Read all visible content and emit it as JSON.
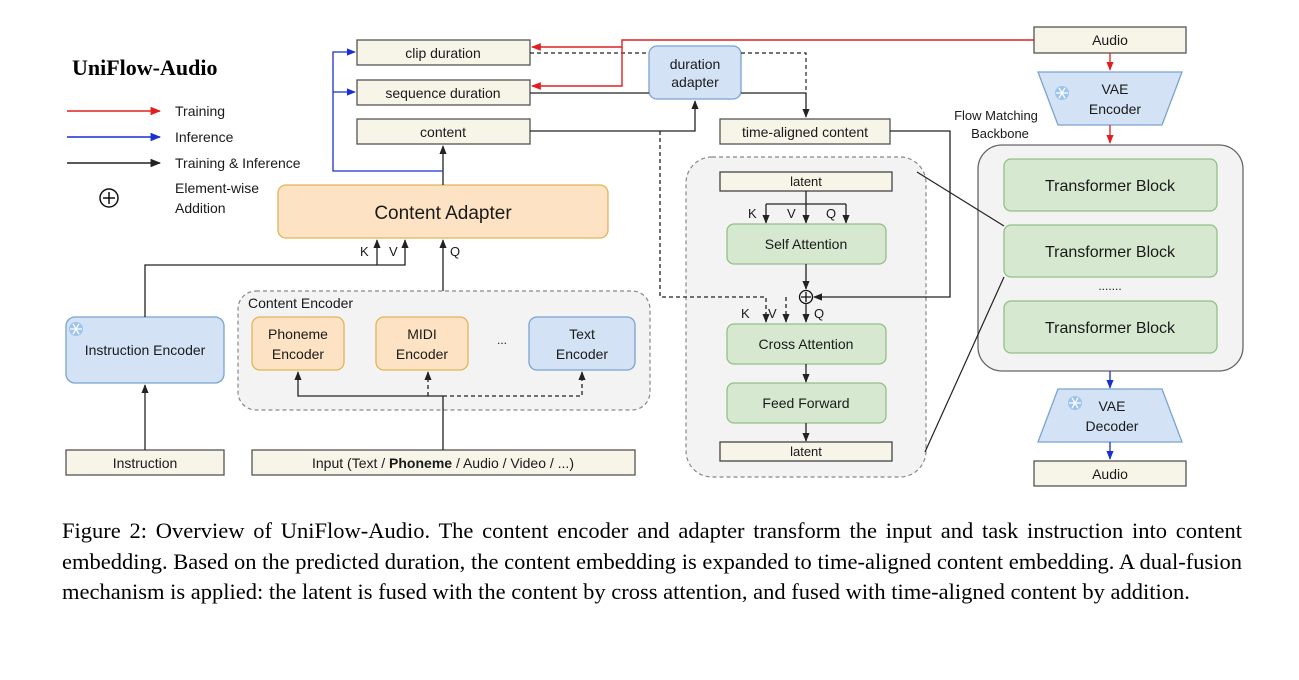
{
  "title": "UniFlow-Audio",
  "legend": {
    "training": "Training",
    "inference": "Inference",
    "training_inference": "Training & Inference",
    "addition_line1": "Element-wise",
    "addition_line2": "Addition"
  },
  "colors": {
    "training": "#e02020",
    "inference": "#1a2fd0",
    "both": "#222222",
    "cream_box": "#f7f4e8",
    "orange_box": "#fde3c4",
    "blue_box": "#d3e3f5",
    "green_box": "#d6e8d0",
    "panel": "#f3f3f3"
  },
  "boxes": {
    "clip_duration": "clip duration",
    "sequence_duration": "sequence duration",
    "content": "content",
    "duration_adapter_1": "duration",
    "duration_adapter_2": "adapter",
    "time_aligned_content": "time-aligned content",
    "content_adapter": "Content Adapter",
    "instruction_encoder": "Instruction Encoder",
    "content_encoder_label": "Content Encoder",
    "phoneme_encoder_1": "Phoneme",
    "phoneme_encoder_2": "Encoder",
    "midi_encoder_1": "MIDI",
    "midi_encoder_2": "Encoder",
    "ellipsis": "...",
    "text_encoder_1": "Text",
    "text_encoder_2": "Encoder",
    "instruction": "Instruction",
    "input_prefix": "Input (Text / ",
    "input_bold": "Phoneme",
    "input_suffix": " / Audio / Video / ...)",
    "audio_top": "Audio",
    "vae_encoder_1": "VAE",
    "vae_encoder_2": "Encoder",
    "flow_matching_1": "Flow Matching",
    "flow_matching_2": "Backbone",
    "transformer_block": "Transformer Block",
    "dots": ".......",
    "vae_decoder_1": "VAE",
    "vae_decoder_2": "Decoder",
    "audio_bottom": "Audio",
    "latent_top": "latent",
    "self_attention": "Self Attention",
    "cross_attention": "Cross Attention",
    "feed_forward": "Feed Forward",
    "latent_bottom": "latent",
    "k": "K",
    "v": "V",
    "q": "Q"
  },
  "caption": "Figure 2: Overview of UniFlow-Audio. The content encoder and adapter transform the input and task instruction into content embedding. Based on the predicted duration, the content embedding is expanded to time-aligned content embedding. A dual-fusion mechanism is applied: the latent is fused with the content by cross attention, and fused with time-aligned content by addition."
}
